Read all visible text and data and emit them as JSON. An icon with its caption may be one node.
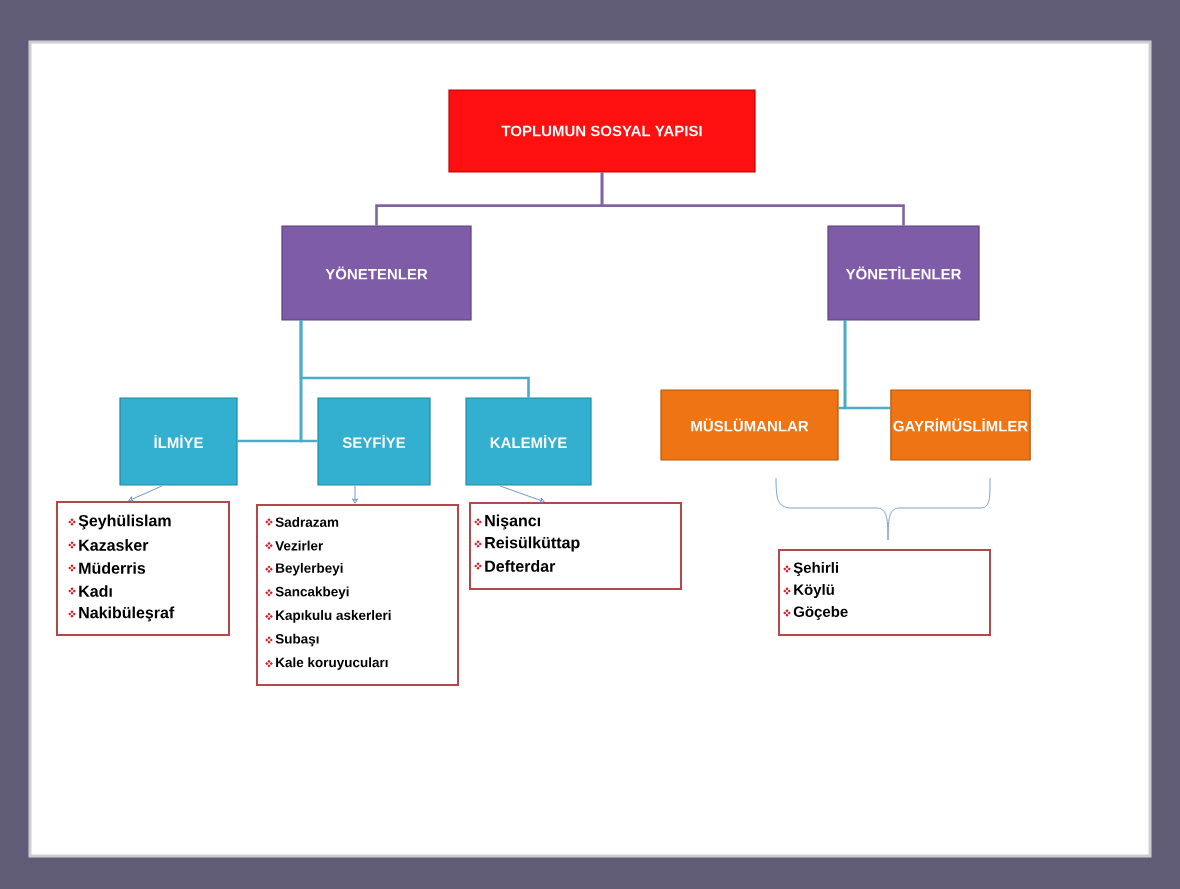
{
  "diagram": {
    "nodes": [
      {
        "text": [
          "TOPLUMUN SOSYAL YAPISI"
        ]
      },
      {
        "text": [
          "YÖNETENLER"
        ]
      },
      {
        "text": [
          "YÖNETİLENLER"
        ]
      },
      {
        "text": [
          "İLMİYE"
        ]
      },
      {
        "text": [
          "SEYFİYE"
        ]
      },
      {
        "text": [
          "KALEMİYE"
        ]
      },
      {
        "text": [
          "MÜSLÜMANLAR"
        ]
      },
      {
        "text": [
          "GAYRİMÜSLİMLER"
        ]
      },
      {
        "text": [
          "Şeyhülislam",
          "Kazasker",
          "Müderris",
          "Kadı",
          "Nakibüleşraf"
        ]
      },
      {
        "text": [
          "Sadrazam",
          "Vezirler",
          "Beylerbeyi",
          "Sancakbeyi",
          "Kapıkulu askerleri",
          "Subaşı",
          "Kale koruyucuları"
        ]
      },
      {
        "text": [
          "Nişancı",
          "Reisülküttap",
          "Defterdar"
        ]
      },
      {
        "text": [
          "Şehirli",
          "Köylü",
          "Göçebe"
        ]
      }
    ],
    "edges": [
      {
        "from": 0,
        "to": 1,
        "arrow": "none",
        "color": "#8064a2"
      },
      {
        "from": 0,
        "to": 2,
        "arrow": "none",
        "color": "#8064a2"
      },
      {
        "from": 1,
        "to": 3,
        "arrow": "none"
      },
      {
        "from": 1,
        "to": 4,
        "arrow": "none"
      },
      {
        "from": 1,
        "to": 5,
        "arrow": "none"
      },
      {
        "from": 2,
        "to": 6,
        "arrow": "none"
      },
      {
        "from": 2,
        "to": 7,
        "arrow": "none"
      },
      {
        "from": 3,
        "to": 8,
        "arrow": "to",
        "color": "#4f81bd"
      },
      {
        "from": 4,
        "to": 9,
        "arrow": "to",
        "color": "#4f81bd"
      },
      {
        "from": 5,
        "to": 10,
        "arrow": "to",
        "color": "#4f81bd"
      }
    ]
  }
}
